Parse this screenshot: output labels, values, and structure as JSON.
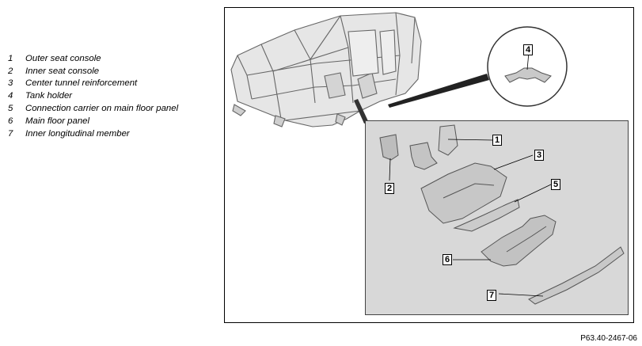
{
  "legend": [
    {
      "num": "1",
      "label": "Outer seat console"
    },
    {
      "num": "2",
      "label": "Inner seat console"
    },
    {
      "num": "3",
      "label": "Center tunnel reinforcement"
    },
    {
      "num": "4",
      "label": "Tank holder"
    },
    {
      "num": "5",
      "label": "Connection carrier on main floor panel"
    },
    {
      "num": "6",
      "label": "Main floor panel"
    },
    {
      "num": "7",
      "label": "Inner longitudinal member"
    }
  ],
  "callouts": {
    "c1": "1",
    "c2": "2",
    "c3": "3",
    "c4": "4",
    "c5": "5",
    "c6": "6",
    "c7": "7"
  },
  "reference": "P63.40-2467-06"
}
